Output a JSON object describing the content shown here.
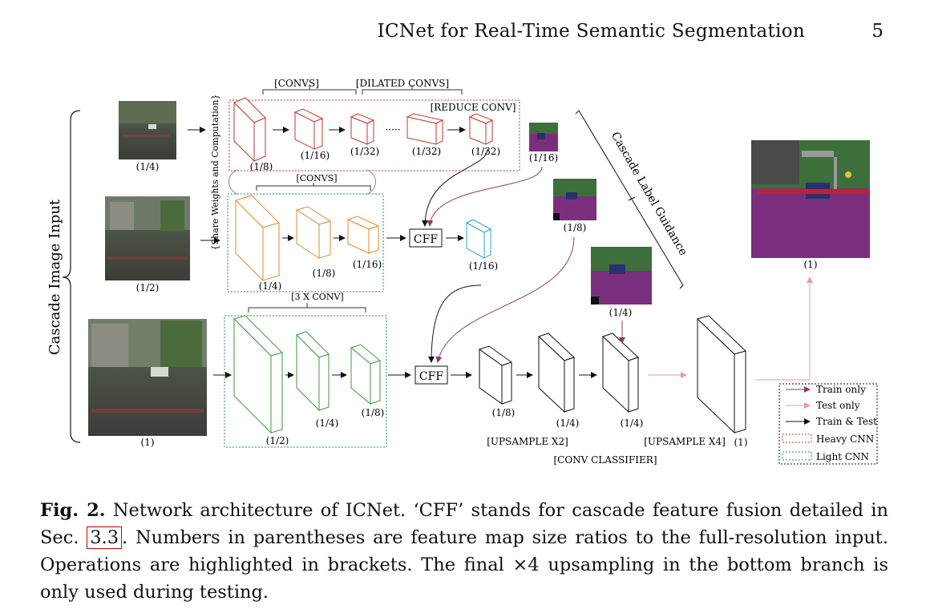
{
  "header": {
    "running_title": "ICNet for Real-Time Semantic Segmentation",
    "page_number": "5"
  },
  "figure": {
    "side_label": "Cascade Image Input",
    "share_label": "{Share Weights and Computation}",
    "guidance_label": "Cascade Label Guidance",
    "brackets": {
      "convs_top": "[CONVS]",
      "dilated_convs": "[DILATED CONVS]",
      "reduce_conv": "[REDUCE CONV]",
      "convs_mid": "[CONVS]",
      "three_conv": "[3 X CONV]",
      "upsample_x2": "[UPSAMPLE X2]",
      "upsample_x4": "[UPSAMPLE X4]",
      "conv_classifier": "[CONV CLASSIFIER]"
    },
    "ratios": {
      "input_top": "(1/4)",
      "input_mid": "(1/2)",
      "input_bot": "(1)",
      "top_b1": "(1/8)",
      "top_b2": "(1/16)",
      "top_b3": "(1/32)",
      "top_b4": "(1/32)",
      "top_b5": "(1/32)",
      "mid_b1": "(1/4)",
      "mid_b2": "(1/8)",
      "mid_b3": "(1/16)",
      "cff1_out": "(1/16)",
      "bot_b1": "(1/2)",
      "bot_b2": "(1/4)",
      "bot_b3": "(1/8)",
      "up_b1": "(1/8)",
      "up_b2": "(1/4)",
      "up_b3": "(1/4)",
      "up_b4": "(1)",
      "label_1_16": "(1/16)",
      "label_1_8": "(1/8)",
      "label_1_4": "(1/4)",
      "output": "(1)"
    },
    "ellipsis": "·····",
    "cff_label": "CFF",
    "legend": {
      "train_only": "Train only",
      "test_only": "Test only",
      "train_test": "Train & Test",
      "heavy_cnn": "Heavy CNN",
      "light_cnn": "Light CNN"
    },
    "colors": {
      "heavy": "#c0392b",
      "light": "#1f8a6e",
      "orange": "#e08a2e",
      "green": "#3c9a3c",
      "cyan": "#2aa7d6",
      "train_only": "#8e3a6e",
      "test_only": "#e89aa5",
      "label_purple": "#7a2f7e"
    }
  },
  "caption": {
    "fig_label": "Fig. 2.",
    "part1": " Network architecture of ICNet. ‘CFF’ stands for cascade feature fusion detailed in Sec. ",
    "ref": "3.3",
    "part2": ". Numbers in parentheses are feature map size ratios to the full-resolution input. Operations are highlighted in brackets. The final ×4 upsampling in the bottom branch is only used during testing."
  }
}
